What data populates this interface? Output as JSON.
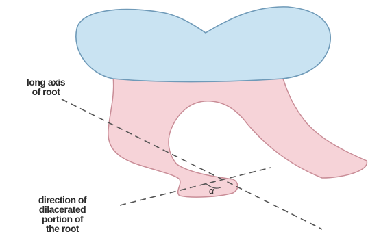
{
  "labels": {
    "long_axis": [
      "long axis",
      "of root"
    ],
    "direction": [
      "direction of",
      "dilacerated",
      "portion of",
      "the root"
    ],
    "angle": "α"
  },
  "colors": {
    "crown_fill": "#c9e3f2",
    "crown_stroke": "#6f9ab8",
    "root_fill": "#f6d3d8",
    "root_stroke": "#c98d97",
    "dashed_line": "#555555"
  }
}
